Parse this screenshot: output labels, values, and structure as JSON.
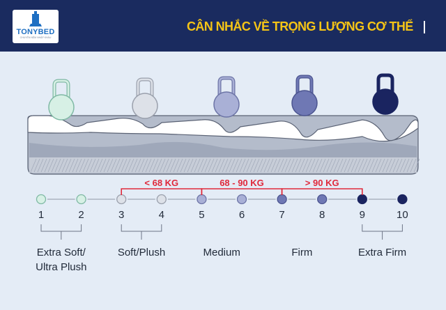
{
  "header": {
    "logo_text": "TONYBED",
    "logo_subtext": "CHUYÊN NỆM NHẬP KHẨU",
    "title": "CÂN NHẮC VỀ TRỌNG LƯỢNG CƠ THỂ"
  },
  "colors": {
    "header_bg": "#1a2b5f",
    "title": "#f5c416",
    "range_red": "#e0283a",
    "background": "#e4ecf6"
  },
  "scale": {
    "points": [
      {
        "label": "1",
        "color": "#d7f0e5",
        "stroke": "#7fb9a4"
      },
      {
        "label": "2",
        "color": "#d7f0e5",
        "stroke": "#7fb9a4"
      },
      {
        "label": "3",
        "color": "#dde1e8",
        "stroke": "#9aa0ac"
      },
      {
        "label": "4",
        "color": "#dde1e8",
        "stroke": "#9aa0ac"
      },
      {
        "label": "5",
        "color": "#a9b0d6",
        "stroke": "#6c74a6"
      },
      {
        "label": "6",
        "color": "#a9b0d6",
        "stroke": "#6c74a6"
      },
      {
        "label": "7",
        "color": "#6f78b4",
        "stroke": "#4c5590"
      },
      {
        "label": "8",
        "color": "#6f78b4",
        "stroke": "#4c5590"
      },
      {
        "label": "9",
        "color": "#1a2460",
        "stroke": "#1a2460"
      },
      {
        "label": "10",
        "color": "#1a2460",
        "stroke": "#1a2460"
      }
    ],
    "categories": [
      {
        "label": "Extra Soft/",
        "label2": "Ultra Plush",
        "from": 0,
        "to": 1,
        "bracket": true
      },
      {
        "label": "Soft/Plush",
        "from": 2,
        "to": 3,
        "bracket": true
      },
      {
        "label": "Medium",
        "from": 4,
        "to": 5,
        "bracket": false
      },
      {
        "label": "Firm",
        "from": 6,
        "to": 7,
        "bracket": false
      },
      {
        "label": "Extra Firm",
        "from": 8,
        "to": 9,
        "bracket": true
      }
    ],
    "weight_ranges": [
      {
        "label": "< 68 KG",
        "from": 2,
        "to": 4
      },
      {
        "label": "68 - 90 KG",
        "from": 4,
        "to": 6
      },
      {
        "label": "> 90 KG",
        "from": 6,
        "to": 8
      }
    ]
  },
  "kettlebells": [
    {
      "color": "#d7f0e5",
      "stroke": "#7fb9a4",
      "sink": 0.0
    },
    {
      "color": "#dde1e8",
      "stroke": "#9aa0ac",
      "sink": 0.25
    },
    {
      "color": "#a9b0d6",
      "stroke": "#6c74a6",
      "sink": 0.5
    },
    {
      "color": "#6f78b4",
      "stroke": "#4c5590",
      "sink": 0.75
    },
    {
      "color": "#1a2460",
      "stroke": "#1a2460",
      "sink": 1.0
    }
  ]
}
